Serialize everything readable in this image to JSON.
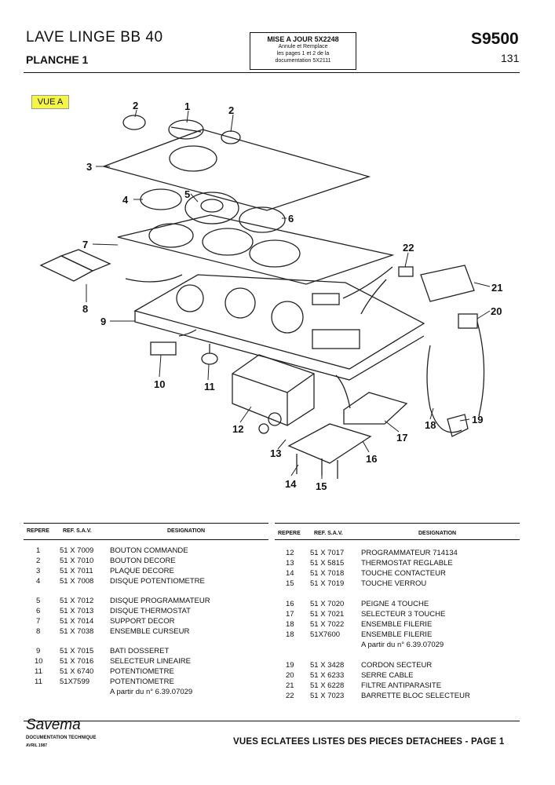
{
  "header": {
    "title": "LAVE LINGE BB 40",
    "planche": "PLANCHE 1",
    "update_title": "MISE A JOUR 5X2248",
    "update_lines": [
      "Annule et Remplace",
      "les pages 1 et 2 de la",
      "documentation 5X2111"
    ],
    "code": "S9500",
    "page_number": "131"
  },
  "drawing": {
    "view_label": "VUE A",
    "callouts": [
      "1",
      "2",
      "2",
      "3",
      "4",
      "5",
      "6",
      "7",
      "8",
      "9",
      "10",
      "11",
      "12",
      "13",
      "14",
      "15",
      "16",
      "17",
      "18",
      "19",
      "20",
      "21",
      "22"
    ]
  },
  "parts_table": {
    "headers": {
      "repere": "REPERE",
      "ref": "REF. S.A.V.",
      "designation": "DESIGNATION"
    },
    "left": [
      {
        "repere": "1",
        "ref": "51 X 7009",
        "designation": "BOUTON COMMANDE"
      },
      {
        "repere": "2",
        "ref": "51 X 7010",
        "designation": "BOUTON DECORE"
      },
      {
        "repere": "3",
        "ref": "51 X 7011",
        "designation": "PLAQUE DECORE"
      },
      {
        "repere": "4",
        "ref": "51 X 7008",
        "designation": "DISQUE POTENTIOMETRE"
      },
      {
        "repere": "5",
        "ref": "51 X 7012",
        "designation": "DISQUE PROGRAMMATEUR"
      },
      {
        "repere": "6",
        "ref": "51 X 7013",
        "designation": "DISQUE THERMOSTAT"
      },
      {
        "repere": "7",
        "ref": "51 X 7014",
        "designation": "SUPPORT DECOR"
      },
      {
        "repere": "8",
        "ref": "51 X 7038",
        "designation": "ENSEMBLE CURSEUR"
      },
      {
        "repere": "9",
        "ref": "51 X 7015",
        "designation": "BATI DOSSERET"
      },
      {
        "repere": "10",
        "ref": "51 X 7016",
        "designation": "SELECTEUR LINEAIRE"
      },
      {
        "repere": "11",
        "ref": "51 X 6740",
        "designation": "POTENTIOMETRE"
      },
      {
        "repere": "11",
        "ref": "51X7599",
        "designation": "POTENTIOMETRE"
      },
      {
        "repere": "",
        "ref": "",
        "designation": "A partir du n° 6.39.07029"
      }
    ],
    "right": [
      {
        "repere": "12",
        "ref": "51 X 7017",
        "designation": "PROGRAMMATEUR 714134"
      },
      {
        "repere": "13",
        "ref": "51 X 5815",
        "designation": "THERMOSTAT REGLABLE"
      },
      {
        "repere": "14",
        "ref": "51 X 7018",
        "designation": "TOUCHE CONTACTEUR"
      },
      {
        "repere": "15",
        "ref": "51 X 7019",
        "designation": "TOUCHE VERROU"
      },
      {
        "repere": "16",
        "ref": "51 X 7020",
        "designation": "PEIGNE 4 TOUCHE"
      },
      {
        "repere": "17",
        "ref": "51 X 7021",
        "designation": "SELECTEUR 3 TOUCHE"
      },
      {
        "repere": "18",
        "ref": "51 X 7022",
        "designation": "ENSEMBLE FILERIE"
      },
      {
        "repere": "18",
        "ref": "51X7600",
        "designation": "ENSEMBLE FILERIE"
      },
      {
        "repere": "",
        "ref": "",
        "designation": "A partir du n° 6.39.07029"
      },
      {
        "repere": "19",
        "ref": "51 X 3428",
        "designation": "CORDON SECTEUR"
      },
      {
        "repere": "20",
        "ref": "51 X 6233",
        "designation": "SERRE CABLE"
      },
      {
        "repere": "21",
        "ref": "51 X 6228",
        "designation": "FILTRE ANTIPARASITE"
      },
      {
        "repere": "22",
        "ref": "51 X 7023",
        "designation": "BARRETTE BLOC SELECTEUR"
      }
    ]
  },
  "footer": {
    "brand": "Savema",
    "doc_line": "DOCUMENTATION TECHNIQUE",
    "date": "AVRIL 1987",
    "caption": "VUES ECLATEES LISTES DES PIECES DETACHEES - PAGE 1"
  }
}
